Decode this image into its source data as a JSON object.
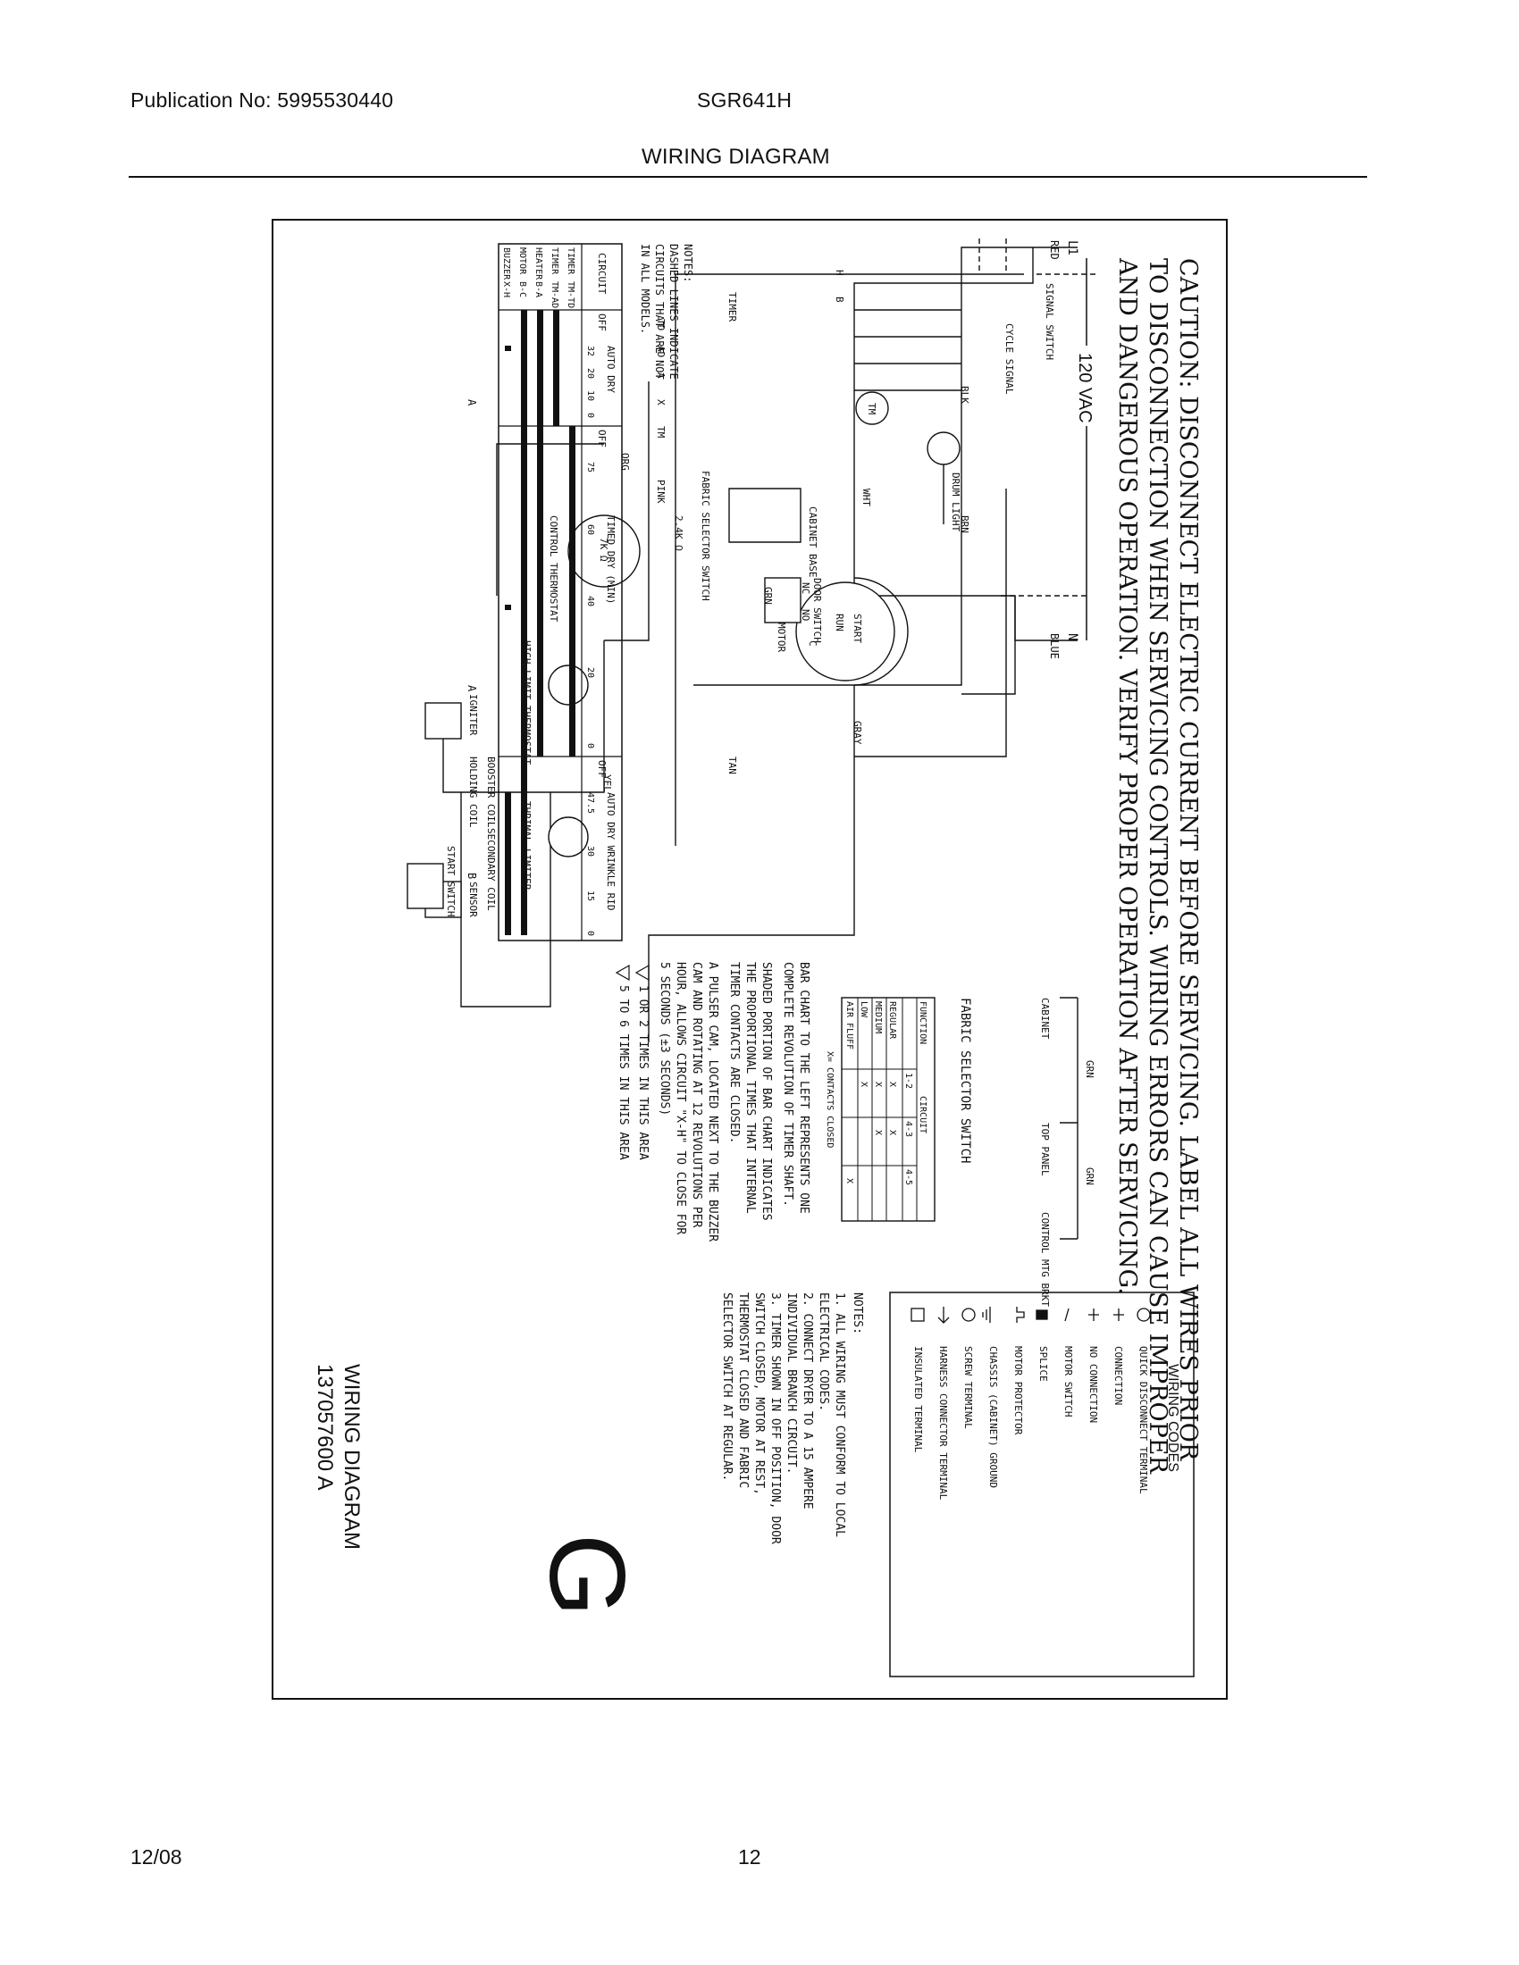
{
  "header": {
    "publication": "Publication No: 5995530440",
    "model": "SGR641H",
    "section_title": "WIRING DIAGRAM"
  },
  "footer": {
    "date": "12/08",
    "page": "12"
  },
  "diagram": {
    "caution": [
      "CAUTION: DISCONNECT ELECTRIC CURRENT BEFORE SERVICING. LABEL ALL WIRES PRIOR",
      "TO DISCONNECTION WHEN SERVICING CONTROLS. WIRING ERRORS CAN CAUSE IMPROPER",
      "AND DANGEROUS OPERATION. VERIFY PROPER OPERATION AFTER SERVICING."
    ],
    "voltage": "120 VAC",
    "terminals": {
      "l1": "L1",
      "n": "N"
    },
    "wire_colors": {
      "red": "RED",
      "blue": "BLUE",
      "blk": "BLK",
      "brn": "BRN",
      "gray": "GRAY",
      "tan": "TAN",
      "wht": "WHT",
      "pink": "PINK",
      "orange": "ORG",
      "yel": "YEL",
      "grn": "GRN"
    },
    "components": {
      "signal_switch": "SIGNAL SWITCH",
      "cycle_signal": "CYCLE SIGNAL",
      "drum_light": "DRUM LIGHT",
      "door_switch": "DOOR SWITCH",
      "start_switch": "START SWITCH",
      "timer": "TIMER",
      "timer_motor": "TM",
      "motor": "MOTOR",
      "motor_start": "START",
      "motor_run": "RUN",
      "cabinet_base": "CABINET BASE",
      "fabric_selector_switch": "FABRIC SELECTOR SWITCH",
      "control_thermostat": "CONTROL THERMOSTAT",
      "control_resistor": "7K Ω",
      "fabric_resistor": "2.4K Ω",
      "high_limit_thermostat": "HIGH LIMIT THERMOSTAT",
      "thermal_limiter": "THRIMAL LIMITER",
      "igniter": "IGNITER",
      "sensor": "SENSOR",
      "booster_coil": "BOOSTER COIL",
      "holding_coil": "HOLDING COIL",
      "secondary_coil": "SECONDARY COIL"
    },
    "contact_labels": {
      "nc": "NC",
      "no": "NO",
      "c": "C",
      "b": "B",
      "h": "H",
      "a": "A",
      "ad": "AD",
      "td": "TD",
      "x": "X",
      "tm": "TM"
    },
    "notes_left": {
      "heading": "NOTES:",
      "lines": [
        "DASHED LINES INDICATE",
        "CIRCUITS THAT ARE NOT",
        "IN ALL MODELS."
      ]
    },
    "timer_chart": {
      "col_circuit": "CIRCUIT",
      "off": "OFF",
      "auto_dry": "AUTO DRY",
      "timed_dry": "TIMED DRY (MIN)",
      "auto_wrinkle": "AUTO DRY WRINKLE RID",
      "ticks_auto_dry": [
        "32",
        "20",
        "10",
        "0"
      ],
      "ticks_timed": [
        "75",
        "60",
        "40",
        "20",
        "0"
      ],
      "ticks_wrinkle": [
        "47.5",
        "30",
        "15",
        "0"
      ],
      "rows": [
        {
          "name": "TIMER",
          "contact": "TM-TD"
        },
        {
          "name": "TIMER",
          "contact": "TM-AD"
        },
        {
          "name": "HEATER",
          "contact": "B-A"
        },
        {
          "name": "MOTOR",
          "contact": "B-C"
        },
        {
          "name": "BUZZER",
          "contact": "X-H"
        }
      ],
      "marker_a": "A",
      "marker_b": "B"
    },
    "ground_labels": {
      "cabinet": "CABINET",
      "top_panel": "TOP PANEL",
      "control_mtg": "CONTROL MTG BRKT",
      "grn": "GRN"
    },
    "fabric_table": {
      "title": "FABRIC SELECTOR SWITCH",
      "col_function": "FUNCTION",
      "col_circuit": "CIRCUIT",
      "sub_cols": [
        "1-2",
        "4-3",
        "4-5"
      ],
      "rows": [
        {
          "name": "REGULAR",
          "c1": "X",
          "c2": "X",
          "c3": ""
        },
        {
          "name": "MEDIUM",
          "c1": "X",
          "c2": "X",
          "c3": ""
        },
        {
          "name": "LOW",
          "c1": "X",
          "c2": "",
          "c3": ""
        },
        {
          "name": "AIR FLUFF",
          "c1": "",
          "c2": "",
          "c3": "X"
        }
      ],
      "footnote": "X= CONTACTS CLOSED"
    },
    "bar_chart_notes": [
      "BAR CHART TO THE LEFT REPRESENTS ONE",
      "COMPLETE REVOLUTION OF TIMER SHAFT.",
      "SHADED PORTION OF BAR CHART INDICATES",
      "THE PROPORTIONAL TIMES THAT INTERNAL",
      "TIMER CONTACTS ARE CLOSED.",
      "A PULSER CAM, LOCATED NEXT TO THE BUZZER",
      "CAM AND ROTATING AT 12 REVOLUTIONS PER",
      "HOUR, ALLOWS CIRCUIT \"X-H\" TO CLOSE FOR",
      "5 SECONDS (±3 SECONDS)"
    ],
    "marker_notes": {
      "a": "1 OR 2 TIMES IN THIS AREA",
      "b": "5 TO 6 TIMES IN THIS AREA"
    },
    "wiring_codes": {
      "title": "WIRING CODES",
      "items": [
        "QUICK DISCONNECT TERMINAL",
        "CONNECTION",
        "NO CONNECTION",
        "MOTOR SWITCH",
        "SPLICE",
        "MOTOR PROTECTOR",
        "CHASSIS (CABINET) GROUND",
        "SCREW TERMINAL",
        "HARNESS CONNECTOR TERMINAL",
        "INSULATED TERMINAL"
      ]
    },
    "notes_right": {
      "heading": "NOTES:",
      "lines": [
        "1. ALL WIRING MUST CONFORM TO LOCAL",
        "   ELECTRICAL CODES.",
        "2. CONNECT DRYER TO A 15 AMPERE",
        "   INDIVIDUAL BRANCH CIRCUIT.",
        "3. TIMER SHOWN IN OFF POSITION, DOOR",
        "   SWITCH CLOSED, MOTOR AT REST,",
        "   THERMOSTAT CLOSED AND FABRIC",
        "   SELECTOR SWITCH AT REGULAR."
      ]
    },
    "diagram_letter": "G",
    "diagram_id": [
      "WIRING DIAGRAM",
      "137057600 A"
    ]
  }
}
